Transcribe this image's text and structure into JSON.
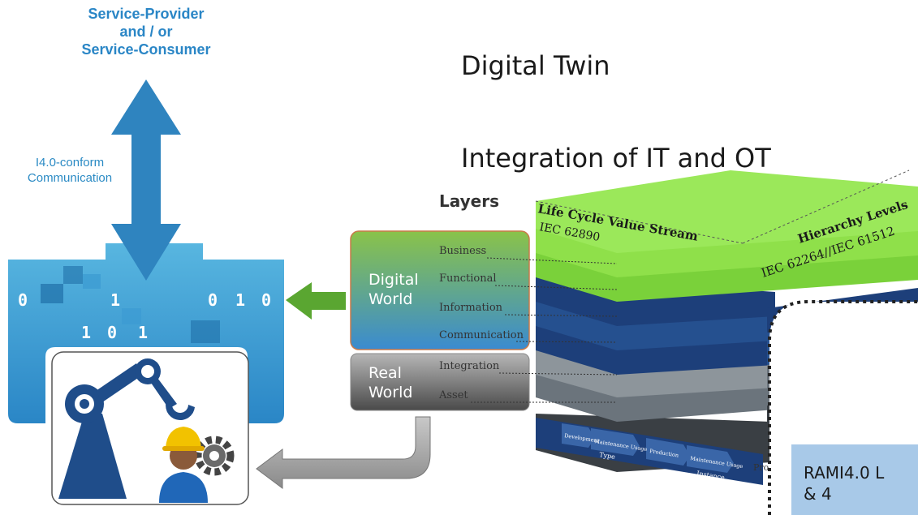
{
  "service_header": [
    "Service-Provider",
    "and / or",
    "Service-Consumer"
  ],
  "communication_label": [
    "I4.0-conform",
    "Communication"
  ],
  "binary_digits": [
    "0",
    "1",
    "0",
    "1",
    "0",
    "1",
    "0",
    "1"
  ],
  "heading_digital_twin": "Digital Twin",
  "heading_integration": "Integration of IT and OT",
  "layers_title": "Layers",
  "digital_world_label": [
    "Digital",
    "World"
  ],
  "real_world_label": [
    "Real",
    "World"
  ],
  "layer_names": [
    "Business",
    "Functional",
    "Information",
    "Communication",
    "Integration",
    "Asset"
  ],
  "lifecycle_axis": [
    "Life Cycle Value Stream",
    "IEC 62890"
  ],
  "hierarchy_axis": [
    "Hierarchy Levels",
    "IEC 62264//IEC 61512"
  ],
  "bottom_strip": {
    "group_left": [
      "Development",
      "Maintenance Usage",
      "Type"
    ],
    "group_right": [
      "Production",
      "Maintenance Usage",
      "Instance"
    ],
    "clipped_label": "Pro"
  },
  "rami_caption": [
    "RAMI4.0 L",
    "& 4"
  ],
  "colors": {
    "blue_accent": "#2a86c6",
    "layer_green": "#7ad13a",
    "layer_navy": "#1d3f7a",
    "layer_grey": "#6b747c",
    "arrow_green": "#5aa631",
    "caption_box": "#a8c9e8"
  }
}
